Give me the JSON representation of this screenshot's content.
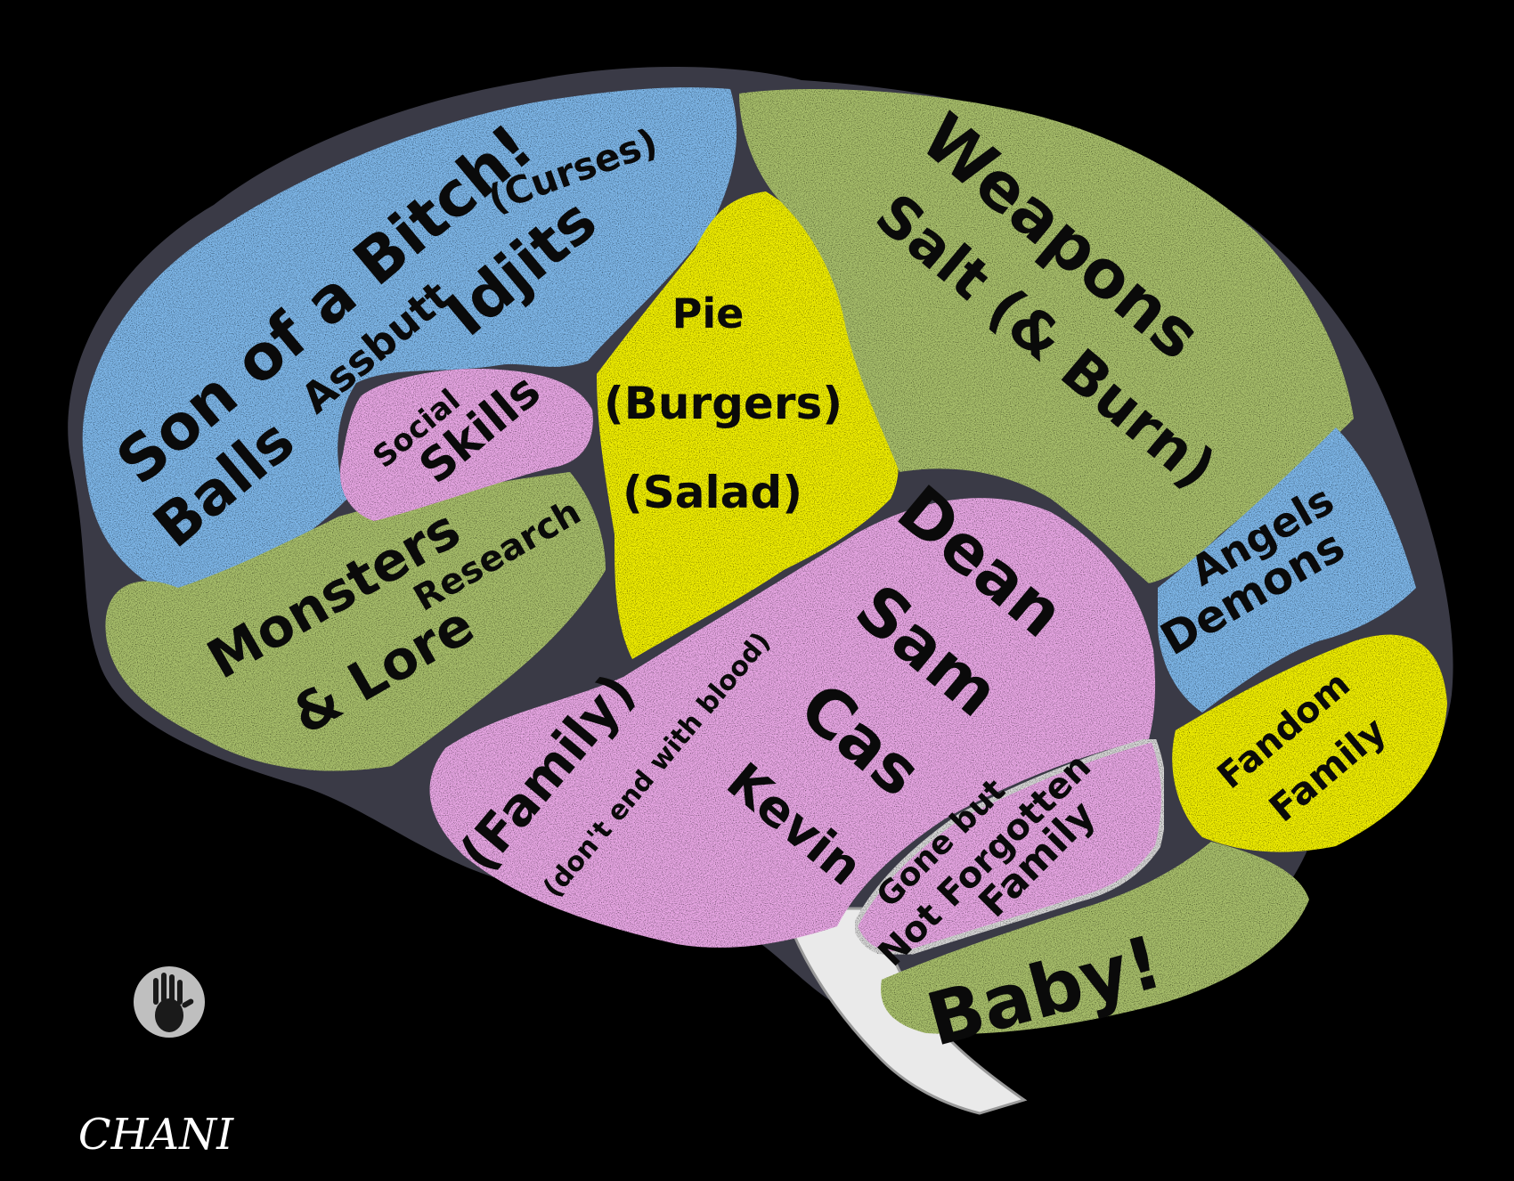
{
  "colors": {
    "background": "#000000",
    "blue": "#7fb8ea",
    "green": "#a9c06c",
    "yellow": "#f2f000",
    "pink": "#eaa8e6",
    "outline": "#3a3a46",
    "stem": "#eaeaea",
    "text": "#0a0a0a"
  },
  "regions": {
    "curses": {
      "heading": "(Curses)",
      "lines": [
        "Son of a Bitch!",
        "Assbutt",
        "Idjits",
        "Balls"
      ]
    },
    "social": {
      "lines": [
        "Social",
        "Skills"
      ]
    },
    "lore": {
      "lines": [
        "Monsters",
        "& Lore",
        "Research"
      ]
    },
    "food": {
      "lines": [
        "Pie",
        "(Burgers)",
        "(Salad)"
      ]
    },
    "weapons": {
      "lines": [
        "Weapons",
        "Salt (& Burn)"
      ]
    },
    "supernatural": {
      "lines": [
        "Angels",
        "Demons"
      ]
    },
    "family": {
      "heading": "(Family)",
      "subheading": "(don't end with blood)",
      "names": [
        "Dean",
        "Sam",
        "Cas",
        "Kevin"
      ]
    },
    "memorial": {
      "lines": [
        "Gone but",
        "Not Forgotten",
        "Family"
      ]
    },
    "fandom": {
      "lines": [
        "Fandom",
        "Family"
      ]
    },
    "car": {
      "lines": [
        "Baby!"
      ]
    }
  },
  "signature": {
    "text": "CHANI",
    "icon": "handprint-icon"
  }
}
